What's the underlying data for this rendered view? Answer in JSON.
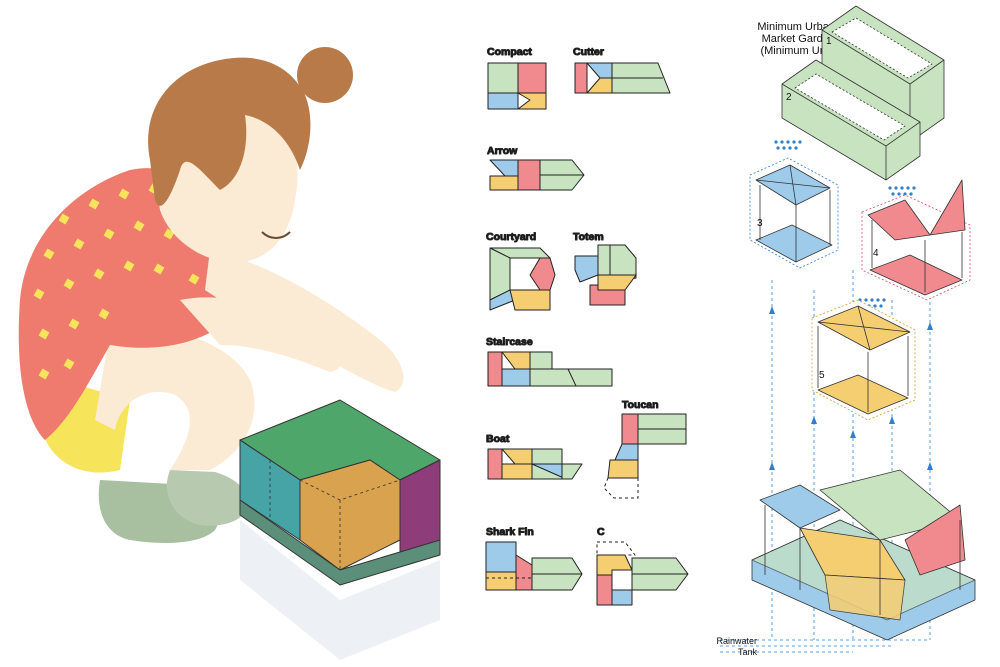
{
  "colors": {
    "red": "#F08A8E",
    "blue": "#9FCBEB",
    "yellow": "#F6CE72",
    "green": "#C8E3C0",
    "outline": "#222222",
    "hair": "#B97A4A",
    "skin": "#FBEBD4",
    "dress": "#EE7B6E",
    "rain": "#2F7FD0"
  },
  "title": {
    "line1": "Minimum Urban",
    "line2": "Market Garden",
    "line3": "(Minimum Unit)"
  },
  "configs": {
    "compact": "Compact",
    "cutter": "Cutter",
    "arrow": "Arrow",
    "courtyard": "Courtyard",
    "totem": "Totem",
    "staircase": "Staircase",
    "toucan": "Toucan",
    "boat": "Boat",
    "shark_fin": "Shark Fin",
    "c": "C"
  },
  "modules": {
    "m1": "1",
    "m2": "2",
    "m3": "3",
    "m4": "4",
    "m5": "5"
  },
  "tank": {
    "line1": "Rainwater",
    "line2": "Tank"
  }
}
